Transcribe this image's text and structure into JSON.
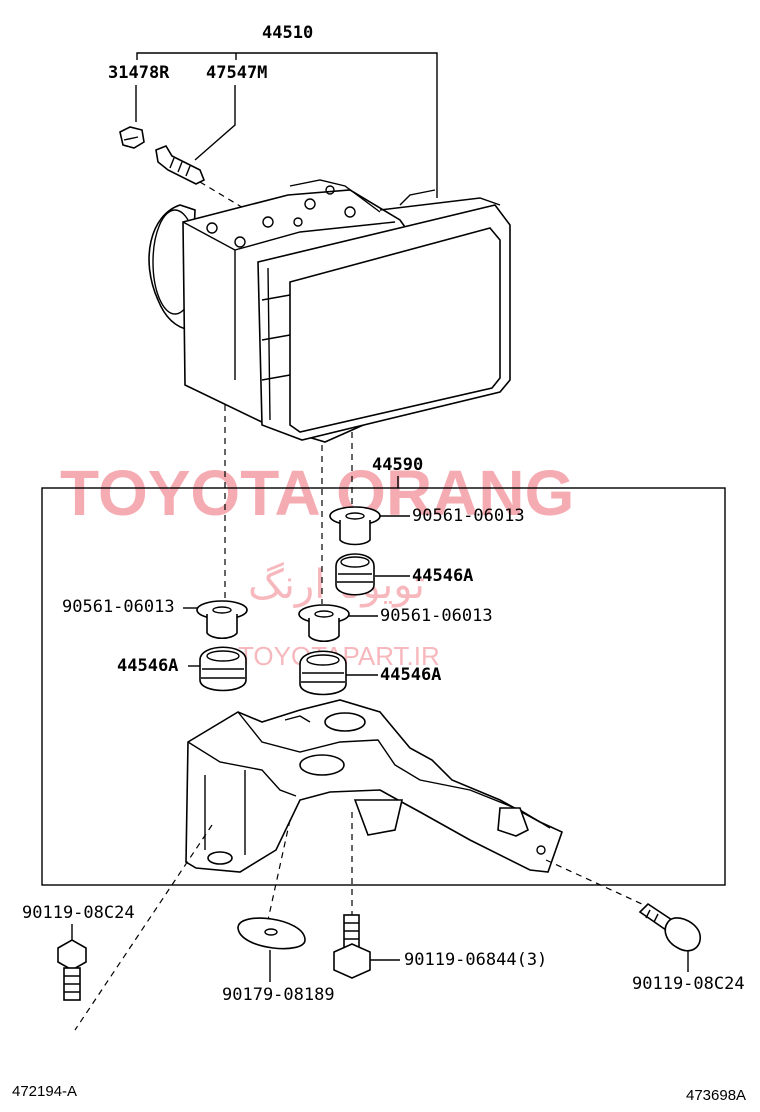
{
  "watermark": {
    "main": "TOYOTA ORANG",
    "arabic": "تویوتا ارنگ",
    "url": "TOYOTAPART.IR"
  },
  "labels": {
    "assembly": "44510",
    "p31478r": "31478R",
    "p47547m": "47547M",
    "bracket_group": "44590",
    "grommet_top": "90561-06013",
    "cushion_top": "44546A",
    "grommet_left": "90561-06013",
    "grommet_right": "90561-06013",
    "cushion_left": "44546A",
    "cushion_right": "44546A",
    "bolt_left": "90119-08C24",
    "washer": "90179-08189",
    "bolt_mid": "90119-06844(3)",
    "bolt_right": "90119-08C24"
  },
  "footer": {
    "left_code": "472194-A",
    "right_code": "473698A"
  }
}
